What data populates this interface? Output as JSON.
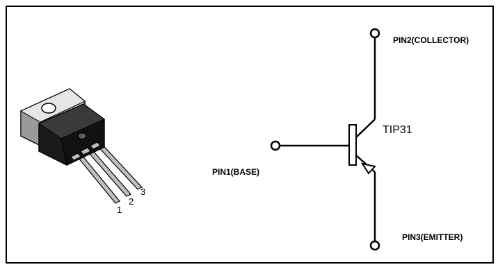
{
  "device": {
    "part_number": "TIP31",
    "pins": [
      {
        "number": "1",
        "label": "PIN1(BASE)"
      },
      {
        "number": "2",
        "label": "PIN2(COLLECTOR)"
      },
      {
        "number": "3",
        "label": "PIN3(EMITTER)"
      }
    ]
  },
  "colors": {
    "line": "#000000",
    "tab": "#cfcfcf",
    "body": "#1a1a1a",
    "background": "#ffffff"
  }
}
